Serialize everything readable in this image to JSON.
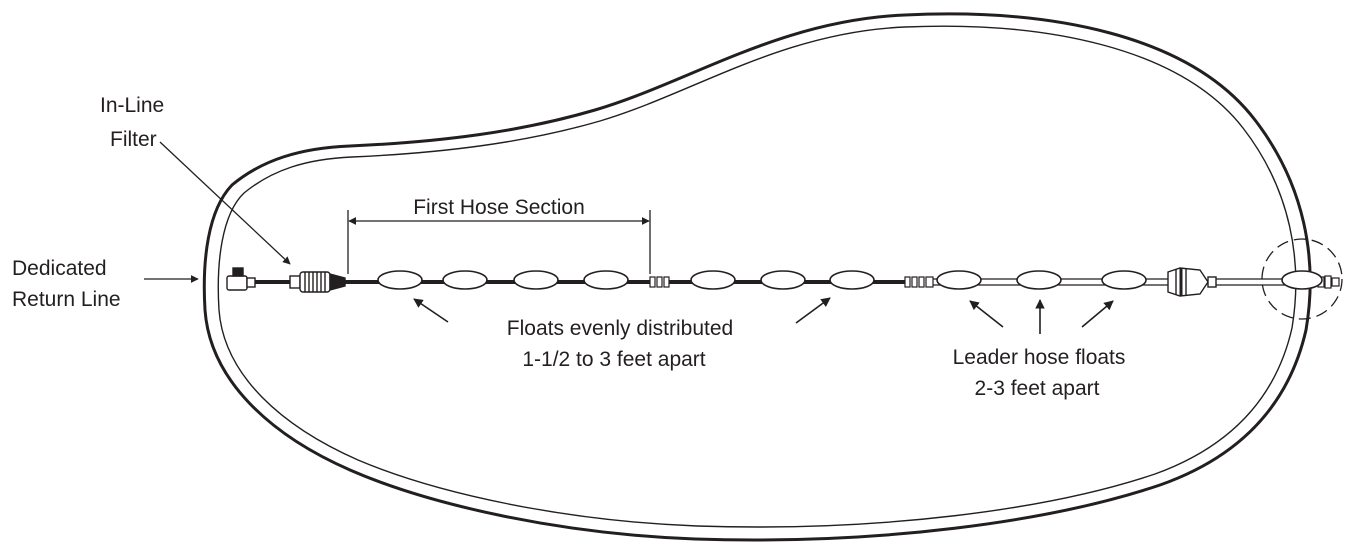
{
  "labels": {
    "inline_filter_line1": "In-Line",
    "inline_filter_line2": "Filter",
    "dedicated_line1": "Dedicated",
    "dedicated_line2": "Return Line",
    "first_hose_section": "First Hose Section",
    "floats_line1": "Floats evenly distributed",
    "floats_line2": "1-1/2 to 3 feet apart",
    "leader_line1": "Leader hose floats",
    "leader_line2": "2-3 feet apart"
  },
  "colors": {
    "ink": "#231f20",
    "background": "#ffffff"
  }
}
